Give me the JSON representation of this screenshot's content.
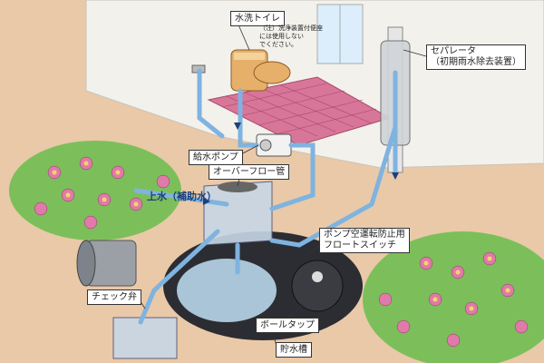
{
  "labels": {
    "flush_toilet": "水洗トイレ",
    "toilet_note": "（注）洗浄装置付便座\nには使用しない\nでください。",
    "separator_line1": "セパレータ",
    "separator_line2": "（初期雨水除去装置）",
    "water_pump": "給水ポンプ",
    "overflow_pipe": "オーバーフロー管",
    "tap_water": "上水（補助水）",
    "float_switch_line1": "ポンプ空運転防止用",
    "float_switch_line2": "フロートスイッチ",
    "check_valve": "チェック弁",
    "ball_tap": "ボールタップ",
    "storage_tank": "貯水槽"
  },
  "colors": {
    "ground": "#e9c9a8",
    "wall": "#f3f1ec",
    "pipe": "#7fb3e0",
    "roof_tiles": "#d8769a",
    "tank": "#2b2d33",
    "flower": "#e07aa8",
    "bush": "#7cbf5a"
  }
}
